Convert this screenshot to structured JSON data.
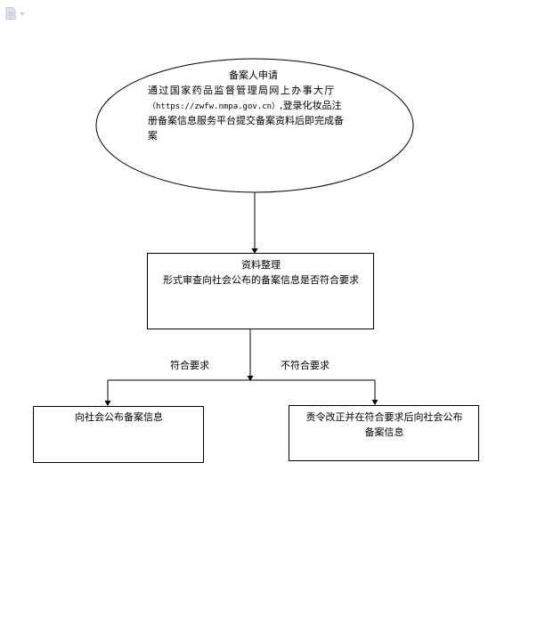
{
  "ellipse_node": {
    "title": "备案人申请",
    "line1": "通过国家药品监督管理局网上办事大厅",
    "line2_url": "（https://zwfw.nmpa.gov.cn）",
    "line2_rest": ",登录化妆品注",
    "line3": "册备案信息服务平台提交备案资料后即完成备",
    "line4": "案"
  },
  "review_node": {
    "title": "资料整理",
    "line1": "形式审查向社会公布的备案信息是否符合要求"
  },
  "branch_labels": {
    "left": "符合要求",
    "right": "不符合要求"
  },
  "left_result_node": {
    "line1": "向社会公布备案信息"
  },
  "right_result_node": {
    "line1": "责令改正并在符合要求后向社会公布",
    "line2": "备案信息"
  },
  "colors": {
    "stroke": "#000000",
    "icon": "#b8c4d6"
  }
}
